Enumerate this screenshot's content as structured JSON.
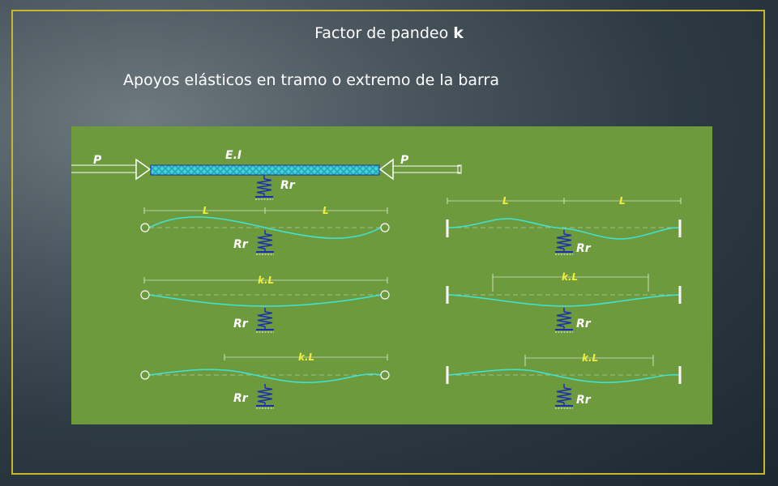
{
  "title_prefix": "Factor de pandeo ",
  "title_bold": "k",
  "subtitle": "Apoyos elásticos en tramo o extremo de la barra",
  "labels": {
    "load": "P",
    "stiffness": "E.I",
    "spring": "Rr",
    "span": "L",
    "effective": "k.L"
  },
  "colors": {
    "panel": "#6c9a3d",
    "frame": "#c9b630",
    "deflection": "#3ee6d6",
    "spring": "#1a2fb0",
    "dim_text": "#f2ee3a"
  }
}
